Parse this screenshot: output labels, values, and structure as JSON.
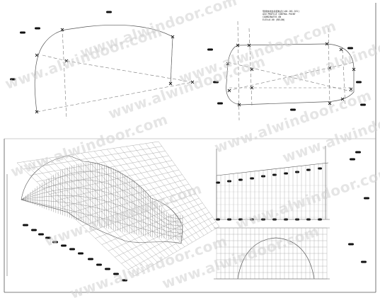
{
  "annotation": {
    "lines": [
      "现场放线坐标控制点(L40-101-161)",
      "AID PROFILE CONTROL POINT COORDINATES ON",
      "ELEV+0.00 (BELOW)"
    ]
  },
  "watermark": {
    "text": "www.alwindoor.com"
  },
  "colors": {
    "line": "#555555",
    "dash": "#777777",
    "grid": "#9a9a9a",
    "mesh": "#6f6f6f",
    "tag": "#111111",
    "watermark": "#d0d0d0"
  }
}
